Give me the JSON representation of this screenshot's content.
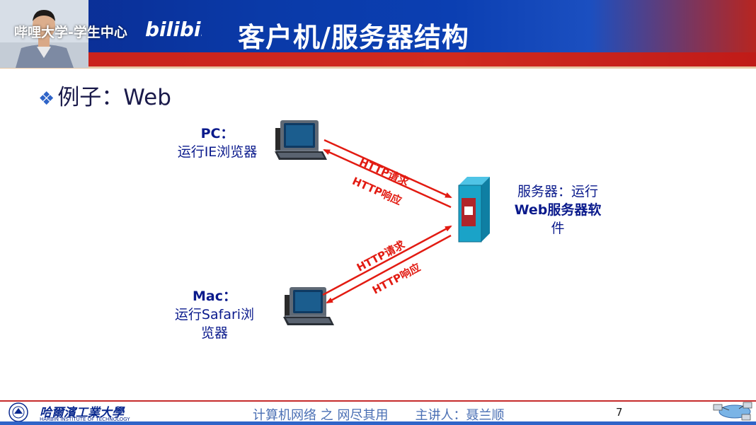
{
  "header": {
    "title": "客户机/服务器结构",
    "overlay_text": "哔哩大学-学生中心",
    "bili_logo_text": "bilibili"
  },
  "slide": {
    "bullet_text": "例子：Web",
    "pc_label": [
      "PC：",
      "运行IE浏览器"
    ],
    "mac_label": [
      "Mac：",
      "运行Safari浏",
      "览器"
    ],
    "server_label": [
      "服务器：运行",
      "Web服务器软",
      "件"
    ],
    "arrows": {
      "pc_request": "HTTP请求",
      "pc_response": "HTTP响应",
      "mac_request": "HTTP请求",
      "mac_response": "HTTP响应"
    }
  },
  "footer": {
    "course_text": "计算机网络 之 网尽其用",
    "lecturer_text": "主讲人：聂兰顺",
    "page_number": "7",
    "university_cn": "哈爾濱工業大學",
    "university_en": "HARBIN INSTITUTE OF TECHNOLOGY"
  },
  "colors": {
    "header_blue": "#0b2a8f",
    "header_red": "#c8211b",
    "arrow_red": "#e21b12",
    "label_blue": "#0a1a8c",
    "server_teal": "#1aa3c8"
  }
}
